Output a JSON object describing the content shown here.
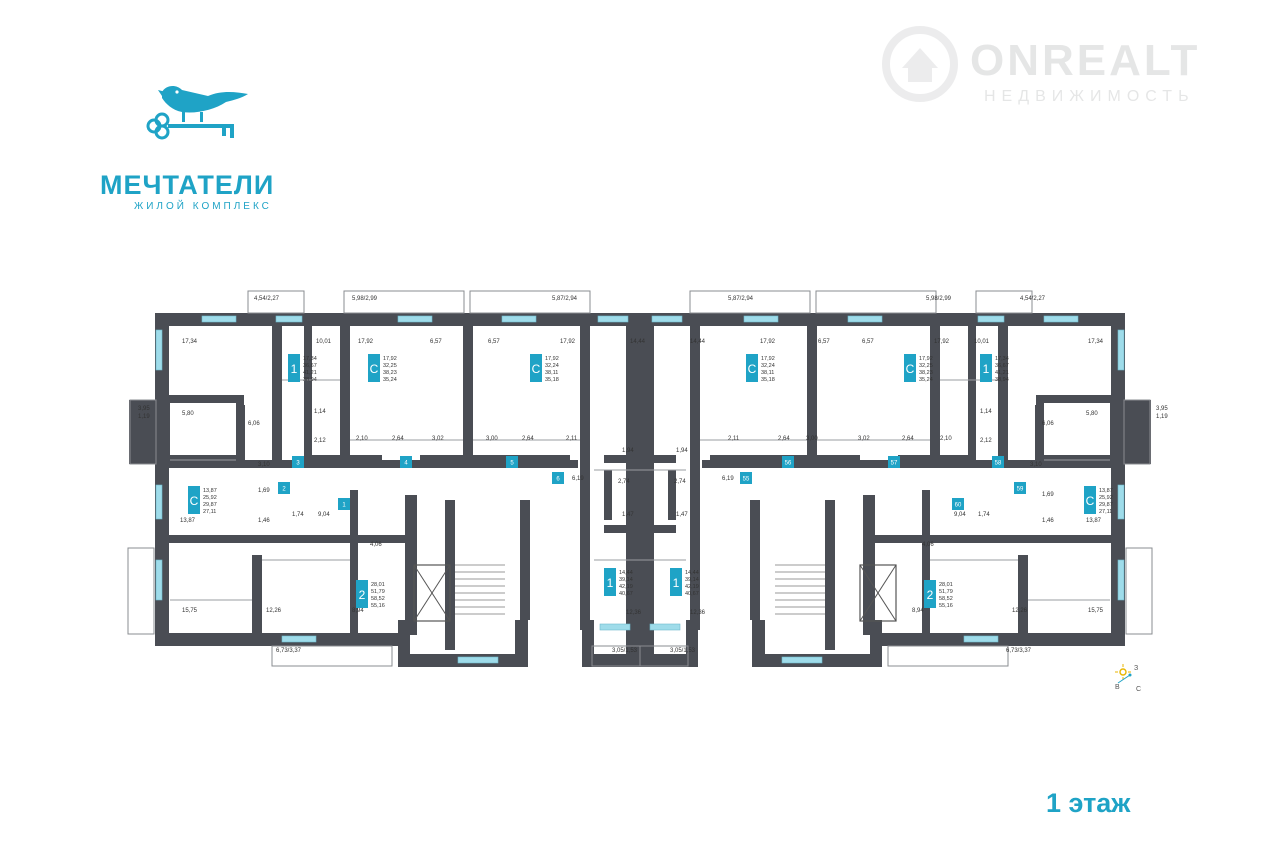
{
  "brand": {
    "name": "МЕЧТАТЕЛИ",
    "subtitle": "ЖИЛОЙ КОМПЛЕКС",
    "color": "#1fa3c6"
  },
  "watermark": {
    "name": "ONREALT",
    "subtitle": "НЕДВИЖИМОСТЬ"
  },
  "floor": {
    "label": "1 этаж"
  },
  "colors": {
    "wall": "#4a4d54",
    "accent": "#1fa3c6",
    "glass": "#9fdcea"
  },
  "compass": {
    "n": "З",
    "e": "С",
    "w": "В"
  },
  "plan": {
    "room_labels": [
      "4,54/2,27",
      "5,98/2,99",
      "5,87/2,94",
      "5,87/2,94",
      "5,98/2,99",
      "4,54/2,27",
      "17,34",
      "10,01",
      "17,92",
      "6,57",
      "6,57",
      "17,92",
      "14,44",
      "14,44",
      "17,92",
      "6,57",
      "6,57",
      "17,92",
      "10,01",
      "17,34",
      "3,95\n1,19",
      "5,80",
      "6,06",
      "1,14",
      "2,12",
      "2,10",
      "2,64",
      "3,02",
      "3,00",
      "2,64",
      "2,11",
      "2,11",
      "2,64",
      "3,00",
      "3,02",
      "2,64",
      "2,10",
      "2,12",
      "1,14",
      "6,06",
      "5,80",
      "3,95\n1,19",
      "3,10",
      "1,69",
      "1,94",
      "1,94",
      "2,74",
      "2,74",
      "6,19",
      "6,19",
      "3,10",
      "1,69",
      "13,87",
      "1,46",
      "1,74",
      "9,04",
      "1,47",
      "1,47",
      "9,04",
      "1,74",
      "1,46",
      "13,87",
      "4,06",
      "4,06",
      "15,75",
      "12,26",
      "8,94",
      "12,36",
      "12,36",
      "8,94",
      "12,26",
      "15,75",
      "6,73/3,37",
      "3,05/1,53",
      "3,05/1,53",
      "6,73/3,37"
    ],
    "apartments": [
      {
        "rooms": "1",
        "areas": [
          "17,34",
          "36,67",
          "41,21",
          "38,94"
        ]
      },
      {
        "rooms": "С",
        "areas": [
          "17,92",
          "32,25",
          "38,23",
          "35,24"
        ]
      },
      {
        "rooms": "С",
        "areas": [
          "17,92",
          "32,24",
          "38,11",
          "35,18"
        ]
      },
      {
        "rooms": "С",
        "areas": [
          "13,87",
          "25,92",
          "29,87",
          "27,11"
        ]
      },
      {
        "rooms": "2",
        "areas": [
          "28,01",
          "51,79",
          "58,52",
          "55,16"
        ]
      },
      {
        "rooms": "1",
        "areas": [
          "14,44",
          "39,14",
          "42,19",
          "40,67"
        ]
      },
      {
        "rooms": "1",
        "areas": [
          "14,44",
          "39,14",
          "42,19",
          "40,67"
        ]
      },
      {
        "rooms": "С",
        "areas": [
          "17,92",
          "32,24",
          "38,11",
          "35,18"
        ]
      },
      {
        "rooms": "С",
        "areas": [
          "17,92",
          "32,25",
          "38,23",
          "35,24"
        ]
      },
      {
        "rooms": "1",
        "areas": [
          "17,34",
          "36,67",
          "41,21",
          "38,94"
        ]
      },
      {
        "rooms": "С",
        "areas": [
          "13,87",
          "25,92",
          "29,87",
          "27,11"
        ]
      },
      {
        "rooms": "2",
        "areas": [
          "28,01",
          "51,79",
          "58,52",
          "55,16"
        ]
      }
    ],
    "unit_numbers": [
      "1",
      "2",
      "3",
      "4",
      "5",
      "6",
      "55",
      "56",
      "57",
      "58",
      "59",
      "60"
    ]
  }
}
